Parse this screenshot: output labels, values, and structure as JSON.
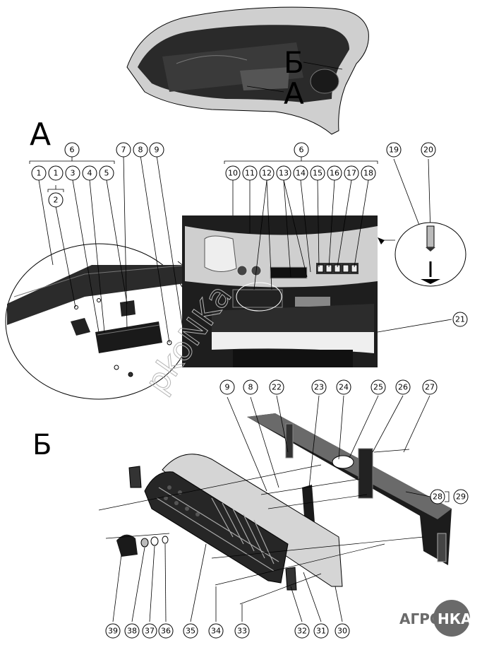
{
  "letters": {
    "view_a": "А",
    "view_b": "Б",
    "mark_a": "А",
    "mark_b": "Б"
  },
  "watermark": "pkoNKa",
  "logo": {
    "text_left": "АГРО",
    "text_right": "НКА"
  },
  "group_label": "6",
  "callouts": [
    "1",
    "1",
    "2",
    "3",
    "4",
    "5",
    "6",
    "7",
    "8",
    "9",
    "6",
    "10",
    "11",
    "12",
    "13",
    "14",
    "15",
    "16",
    "17",
    "18",
    "19",
    "20",
    "21",
    "9",
    "8",
    "22",
    "23",
    "24",
    "25",
    "26",
    "27",
    "28",
    "29",
    "39",
    "38",
    "37",
    "36",
    "35",
    "34",
    "33",
    "32",
    "31",
    "30"
  ],
  "colors": {
    "ink": "#000000",
    "panel": "#1a1a1a",
    "grey": "#8a8a8a",
    "light": "#d9d9d9"
  }
}
